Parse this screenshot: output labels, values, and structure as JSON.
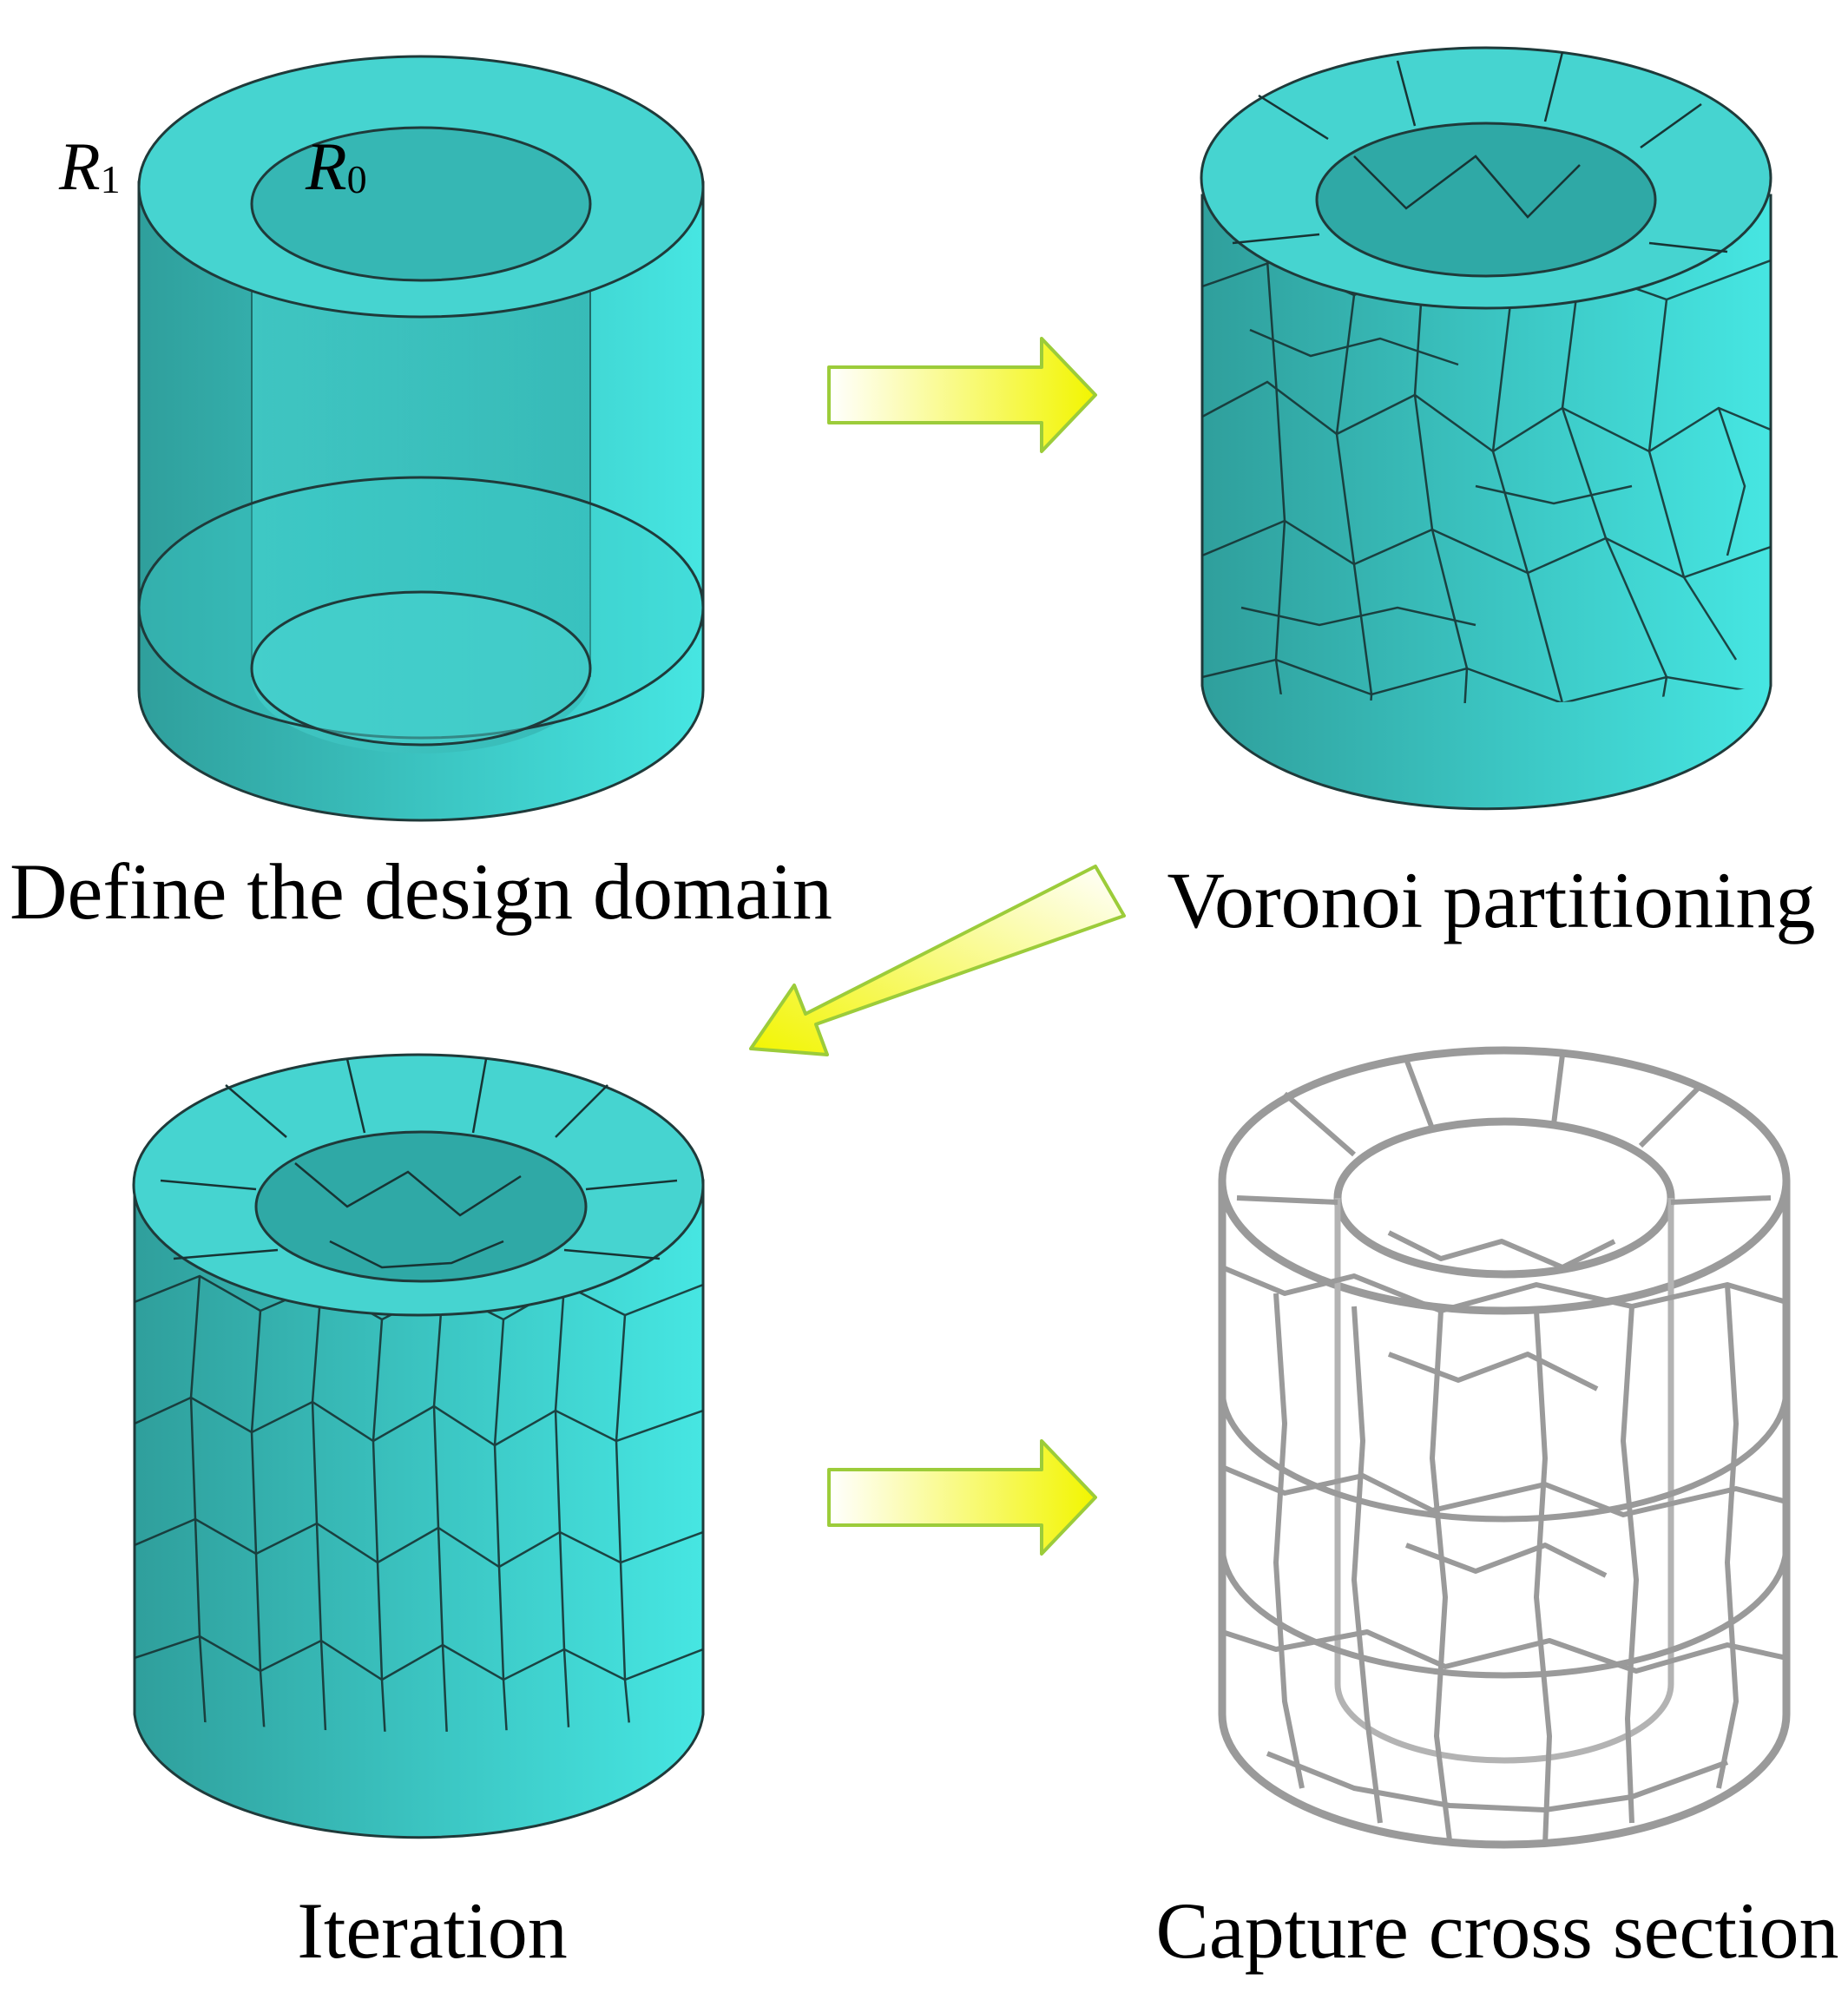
{
  "panels": [
    {
      "caption": "Define the design domain"
    },
    {
      "caption": "Voronoi partitioning"
    },
    {
      "caption": "Iteration"
    },
    {
      "caption": "Capture cross section"
    }
  ],
  "labels": {
    "outer_radius": {
      "symbol": "R",
      "subscript": "1"
    },
    "inner_radius": {
      "symbol": "R",
      "subscript": "0"
    }
  },
  "colors": {
    "solid_fill": "#3fd3d0",
    "solid_edge": "#1f3a3a",
    "lattice": "#9a9a9a",
    "arrow_fill_start": "#ffffff",
    "arrow_fill_end": "#f2f500",
    "arrow_stroke": "#9ccc3a"
  },
  "arrows": [
    {
      "name": "arrow-right-top",
      "icon": "arrow-right-icon"
    },
    {
      "name": "arrow-diagonal",
      "icon": "arrow-down-left-icon"
    },
    {
      "name": "arrow-right-bottom",
      "icon": "arrow-right-icon"
    }
  ]
}
